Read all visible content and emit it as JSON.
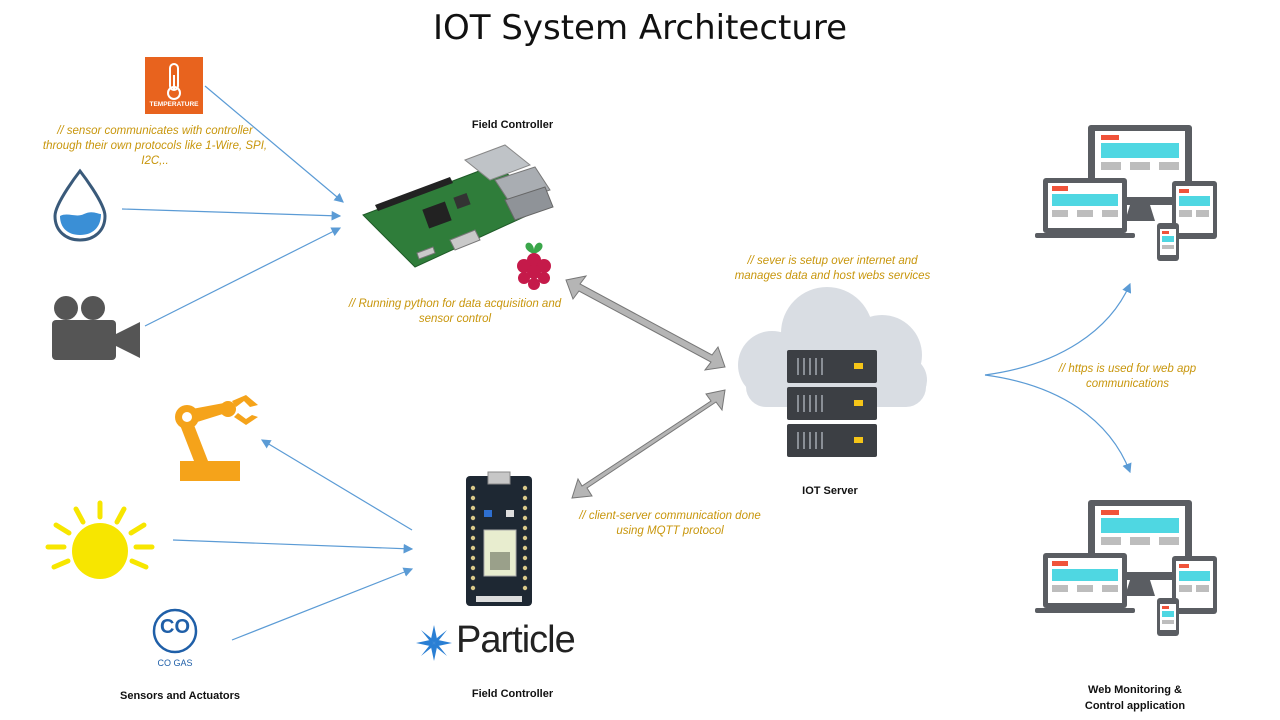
{
  "title": "IOT System Architecture",
  "labels": {
    "field_controller_top": "Field Controller",
    "field_controller_bottom": "Field Controller",
    "iot_server": "IOT Server",
    "sensors_actuators": "Sensors and Actuators",
    "web_monitoring_line1": "Web Monitoring &",
    "web_monitoring_line2": "Control application"
  },
  "notes": {
    "sensor_protocols_line1": "// sensor communicates with controller",
    "sensor_protocols_line2": "through their own protocols like 1-Wire, SPI,",
    "sensor_protocols_line3": "I2C,..",
    "python_line1": "// Running python for data acquisition and",
    "python_line2": "sensor control",
    "server_line1": "// sever is setup over internet and",
    "server_line2": "manages data and host webs services",
    "https_line1": "// https is used for web app",
    "https_line2": "communications",
    "mqtt_line1": "// client-server communication done",
    "mqtt_line2": "using MQTT protocol"
  },
  "icons": {
    "temperature_text": "TEMPERATURE",
    "co_text": "CO",
    "co_gas_text": "CO GAS",
    "particle_text": "Particle"
  },
  "colors": {
    "arrow_blue": "#5b9bd5",
    "note_gold": "#c8960c",
    "temperature_orange": "#e8631e",
    "water_blue": "#3a8fd6",
    "camera_gray": "#555555",
    "robot_orange": "#f5a31a",
    "sun_yellow": "#f7e600",
    "co_blue": "#1f5fa8",
    "server_dark": "#3c3f44",
    "cloud_gray": "#d9dde3",
    "screen_cyan": "#4fd7e2",
    "screen_red": "#f0533a"
  }
}
